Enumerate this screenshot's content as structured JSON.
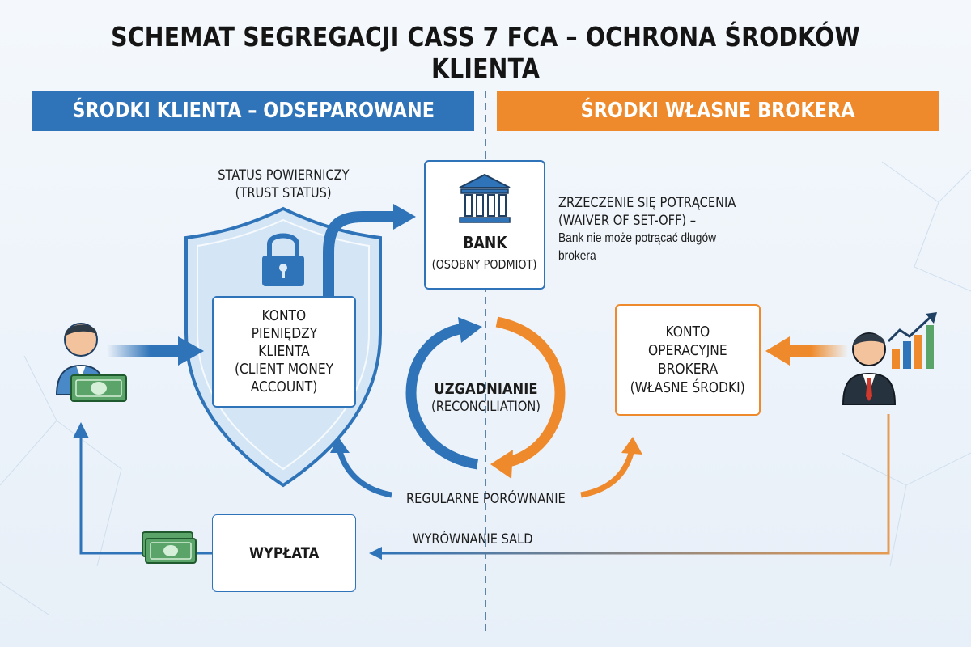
{
  "title": "SCHEMAT SEGREGACJI CASS 7 FCA – OCHRONA ŚRODKÓW KLIENTA",
  "banners": {
    "client": "ŚRODKI KLIENTA – ODSEPAROWANE",
    "broker": "ŚRODKI WŁASNE BROKERA"
  },
  "trust_status": {
    "line1": "STATUS POWIERNICZY",
    "line2": "(TRUST STATUS)"
  },
  "client_account": {
    "line1": "KONTO",
    "line2": "PIENIĘDZY",
    "line3": "KLIENTA",
    "line4": "(CLIENT MONEY",
    "line5": "ACCOUNT)"
  },
  "bank": {
    "name": "BANK",
    "sub": "(OSOBNY PODMIOT)"
  },
  "waiver": {
    "line1": "ZRZECZENIE SIĘ POTRĄCENIA",
    "line2": "(WAIVER OF SET-OFF) –",
    "line3": "Bank nie może potrącać długów",
    "line4": "brokera"
  },
  "broker_account": {
    "line1": "KONTO",
    "line2": "OPERACYJNE",
    "line3": "BROKERA",
    "line4": "(WŁASNE ŚRODKI)"
  },
  "reconciliation": {
    "line1": "UZGADNIANIE",
    "line2": "(RECONCILIATION)"
  },
  "regular_comparison": "REGULARNE PORÓWNANIE",
  "balance_alignment": "WYRÓWNANIE SALD",
  "withdrawal": "WYPŁATA",
  "colors": {
    "client_blue": "#2f73b8",
    "broker_orange": "#ef8a2c",
    "shield_fill": "#d4e6f6",
    "divider": "#2d5f8f"
  },
  "icons": [
    "client-person-icon",
    "banknote-icon",
    "padlock-icon",
    "bank-building-icon",
    "broker-person-icon",
    "growth-chart-icon"
  ]
}
